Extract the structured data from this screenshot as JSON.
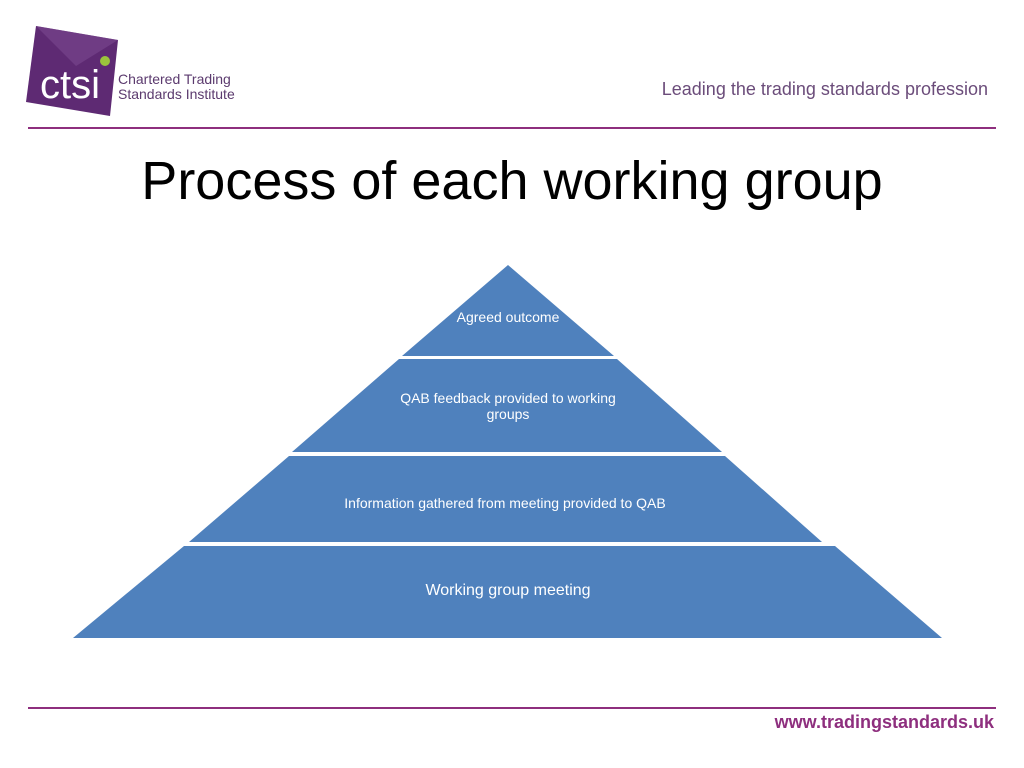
{
  "header": {
    "logo_word": "ctsi",
    "logo_line1": "Chartered Trading",
    "logo_line2": "Standards Institute",
    "tagline": "Leading the trading standards profession"
  },
  "slide": {
    "title": "Process of each working group"
  },
  "pyramid": {
    "tiers": [
      {
        "label": "Agreed  outcome"
      },
      {
        "label": "QAB feedback provided to working groups"
      },
      {
        "label": "Information gathered from meeting provided to QAB"
      },
      {
        "label": "Working group meeting"
      }
    ]
  },
  "footer": {
    "url": "www.tradingstandards.uk"
  },
  "colors": {
    "brand_purple": "#8e2f7e",
    "logo_purple": "#5e2a73",
    "logo_green": "#9bc43c",
    "tier_fill": "#4f81bd",
    "tier_text": "#ffffff"
  }
}
